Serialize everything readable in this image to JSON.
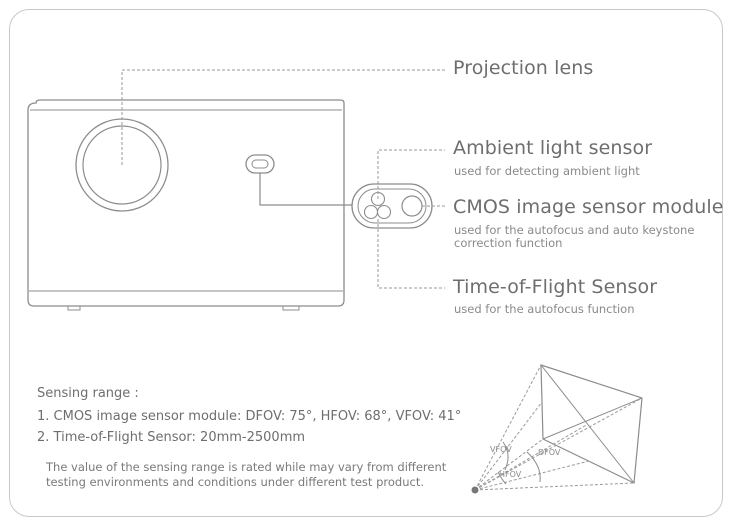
{
  "labels": {
    "projection_lens": "Projection lens",
    "ambient_light_sensor": "Ambient light sensor",
    "ambient_light_sensor_desc": "used for detecting ambient light",
    "cmos_module": "CMOS image sensor module",
    "cmos_module_desc_1": "used for the autofocus and auto keystone",
    "cmos_module_desc_2": "correction function",
    "tof_sensor": "Time-of-Flight Sensor",
    "tof_sensor_desc": "used for the autofocus function"
  },
  "sensing": {
    "title": "Sensing range :",
    "line1": "1. CMOS image sensor module: DFOV: 75°, HFOV: 68°, VFOV: 41°",
    "line2": "2. Time-of-Flight Sensor: 20mm-2500mm",
    "note1": "The value of the sensing range is rated while may vary from different",
    "note2": "testing environments and conditions under different test product."
  },
  "fov_diagram": {
    "vfov": "VFOV",
    "hfov": "HFOV",
    "dfov": "DFOV"
  },
  "colors": {
    "line": "#8c8c8c",
    "dash": "#9a9a9a",
    "text": "#6e6e6e"
  }
}
